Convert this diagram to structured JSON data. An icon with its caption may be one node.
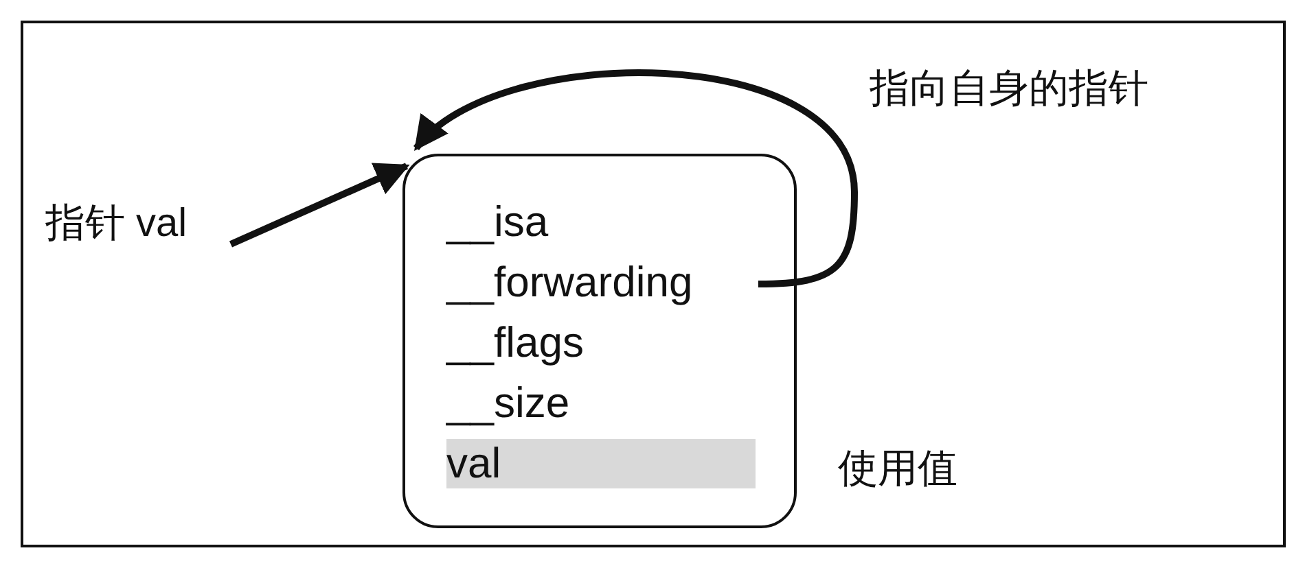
{
  "diagram": {
    "nodes": [
      {
        "text": [],
        "shape": "box"
      },
      {
        "text": [
          "__isa"
        ],
        "in": 0
      },
      {
        "text": [
          "__forwarding"
        ],
        "in": 0
      },
      {
        "text": [
          "__flags"
        ],
        "in": 0
      },
      {
        "text": [
          "__size"
        ],
        "in": 0
      },
      {
        "text": [
          "val"
        ],
        "in": 0
      },
      {
        "text": [
          "指针 val"
        ]
      }
    ],
    "edges": [
      {
        "from": 6,
        "to": 0,
        "arrow": "to"
      },
      {
        "from": 2,
        "to": 0,
        "arrow": "to",
        "label": "指向自身的指针"
      }
    ],
    "labels": [
      "使用值"
    ]
  }
}
